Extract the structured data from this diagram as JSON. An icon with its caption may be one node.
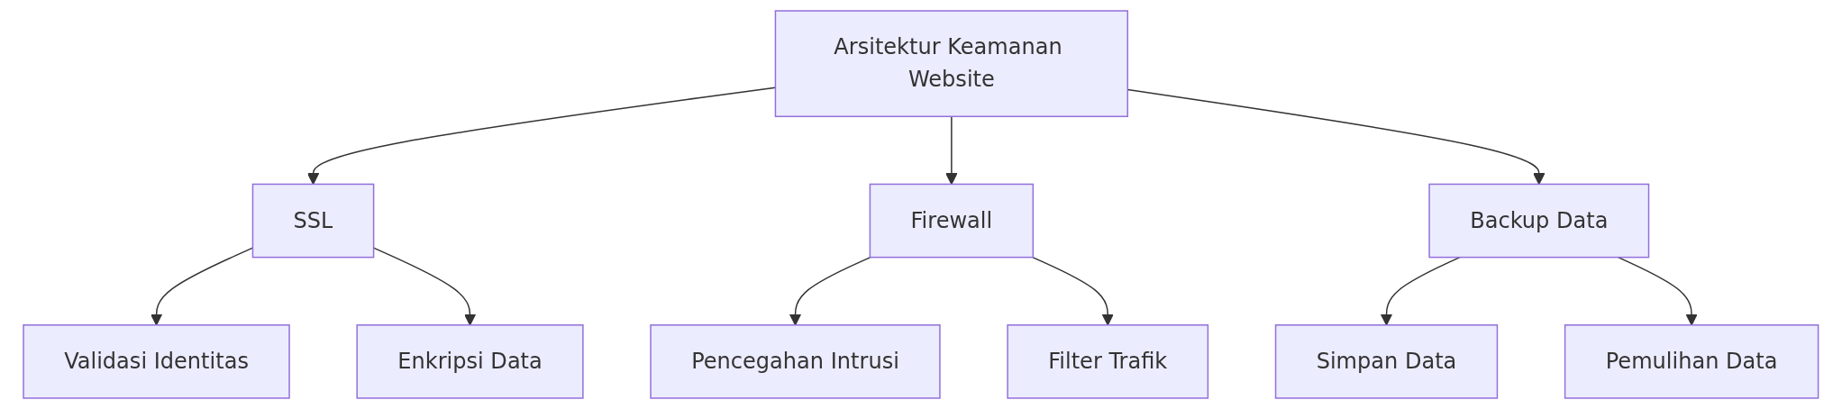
{
  "diagram": {
    "nodes": [
      {
        "text": [
          "Arsitektur Keamanan Website"
        ]
      },
      {
        "text": [
          "SSL"
        ]
      },
      {
        "text": [
          "Firewall"
        ]
      },
      {
        "text": [
          "Backup Data"
        ]
      },
      {
        "text": [
          "Validasi Identitas"
        ]
      },
      {
        "text": [
          "Enkripsi Data"
        ]
      },
      {
        "text": [
          "Pencegahan Intrusi"
        ]
      },
      {
        "text": [
          "Filter Trafik"
        ]
      },
      {
        "text": [
          "Simpan Data"
        ]
      },
      {
        "text": [
          "Pemulihan Data"
        ]
      }
    ],
    "edges": [
      {
        "from": 0,
        "to": 1,
        "arrow": "to"
      },
      {
        "from": 0,
        "to": 2,
        "arrow": "to"
      },
      {
        "from": 0,
        "to": 3,
        "arrow": "to"
      },
      {
        "from": 1,
        "to": 4,
        "arrow": "to"
      },
      {
        "from": 1,
        "to": 5,
        "arrow": "to"
      },
      {
        "from": 2,
        "to": 6,
        "arrow": "to"
      },
      {
        "from": 2,
        "to": 7,
        "arrow": "to"
      },
      {
        "from": 3,
        "to": 8,
        "arrow": "to"
      },
      {
        "from": 3,
        "to": 9,
        "arrow": "to"
      }
    ]
  }
}
